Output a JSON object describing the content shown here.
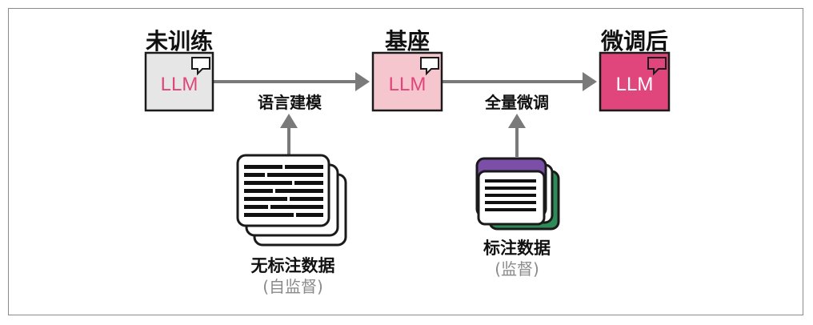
{
  "stages": [
    {
      "title": "未训练",
      "model": "LLM",
      "fill": "#e6e6e6",
      "text_color": "#e0457b"
    },
    {
      "title": "基座",
      "model": "LLM",
      "fill": "#f6c6cf",
      "text_color": "#e0457b"
    },
    {
      "title": "微调后",
      "model": "LLM",
      "fill": "#e0457b",
      "text_color": "#ffffff"
    }
  ],
  "edges": [
    {
      "label": "语言建模"
    },
    {
      "label": "全量微调"
    }
  ],
  "sources": [
    {
      "label": "无标注数据",
      "sublabel": "(自监督)"
    },
    {
      "label": "标注数据",
      "sublabel": "(监督)"
    }
  ],
  "colors": {
    "arrow": "#7a7a7a",
    "outline": "#1a1a1a",
    "doc_header_labeled": "#7b4fa8",
    "doc_tab_labeled": "#2e8b57"
  }
}
